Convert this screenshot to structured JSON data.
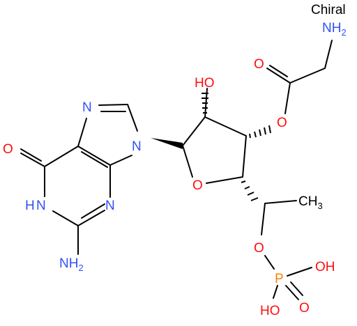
{
  "chiral_label": "Chiral",
  "colors": {
    "bond": "#000000",
    "nitrogen": "#3050F8",
    "oxygen": "#FF0D0D",
    "phosphorus": "#FF8000",
    "carbon": "#000000"
  },
  "atoms": {
    "nh2_top": "NH2",
    "o_carbonyl": "O",
    "o_ester": "O",
    "oh_sugar": "HO",
    "n7": "N",
    "n9": "N",
    "o6": "O",
    "o_ring": "O",
    "ch3": "CH3",
    "n1": "N",
    "h1": "H",
    "n3": "N",
    "nh2_bottom": "NH2",
    "o_phos_ester": "O",
    "p": "P",
    "oh_p_right": "OH",
    "oh_p_bottom": "HO",
    "o_p_double": "O"
  }
}
